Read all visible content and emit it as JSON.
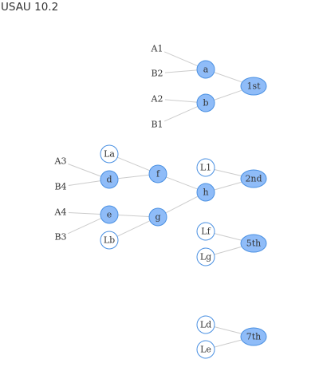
{
  "title": "USAU 10.2",
  "diagram": {
    "seeds": [
      {
        "id": "s-A1",
        "label": "A1"
      },
      {
        "id": "s-B2",
        "label": "B2"
      },
      {
        "id": "s-A2",
        "label": "A2"
      },
      {
        "id": "s-B1",
        "label": "B1"
      },
      {
        "id": "s-A3",
        "label": "A3"
      },
      {
        "id": "s-B4",
        "label": "B4"
      },
      {
        "id": "s-A4",
        "label": "A4"
      },
      {
        "id": "s-B3",
        "label": "B3"
      }
    ],
    "nodes": [
      {
        "id": "a",
        "label": "a",
        "filled": true
      },
      {
        "id": "b",
        "label": "b",
        "filled": true
      },
      {
        "id": "1st",
        "label": "1st",
        "filled": true
      },
      {
        "id": "La",
        "label": "La",
        "filled": false
      },
      {
        "id": "d",
        "label": "d",
        "filled": true
      },
      {
        "id": "f",
        "label": "f",
        "filled": true
      },
      {
        "id": "e",
        "label": "e",
        "filled": true
      },
      {
        "id": "Lb",
        "label": "Lb",
        "filled": false
      },
      {
        "id": "g",
        "label": "g",
        "filled": true
      },
      {
        "id": "L1",
        "label": "L1",
        "filled": false
      },
      {
        "id": "h",
        "label": "h",
        "filled": true
      },
      {
        "id": "2nd",
        "label": "2nd",
        "filled": true
      },
      {
        "id": "Lf",
        "label": "Lf",
        "filled": false
      },
      {
        "id": "Lg",
        "label": "Lg",
        "filled": false
      },
      {
        "id": "5th",
        "label": "5th",
        "filled": true
      },
      {
        "id": "Ld",
        "label": "Ld",
        "filled": false
      },
      {
        "id": "Le",
        "label": "Le",
        "filled": false
      },
      {
        "id": "7th",
        "label": "7th",
        "filled": true
      }
    ],
    "edges": [
      [
        "s-A1",
        "a"
      ],
      [
        "s-B2",
        "a"
      ],
      [
        "s-A2",
        "b"
      ],
      [
        "s-B1",
        "b"
      ],
      [
        "a",
        "1st"
      ],
      [
        "b",
        "1st"
      ],
      [
        "s-A3",
        "d"
      ],
      [
        "s-B4",
        "d"
      ],
      [
        "s-A4",
        "e"
      ],
      [
        "s-B3",
        "e"
      ],
      [
        "La",
        "f"
      ],
      [
        "d",
        "f"
      ],
      [
        "e",
        "g"
      ],
      [
        "Lb",
        "g"
      ],
      [
        "f",
        "h"
      ],
      [
        "g",
        "h"
      ],
      [
        "L1",
        "2nd"
      ],
      [
        "h",
        "2nd"
      ],
      [
        "Lf",
        "5th"
      ],
      [
        "Lg",
        "5th"
      ],
      [
        "Ld",
        "7th"
      ],
      [
        "Le",
        "7th"
      ]
    ]
  }
}
